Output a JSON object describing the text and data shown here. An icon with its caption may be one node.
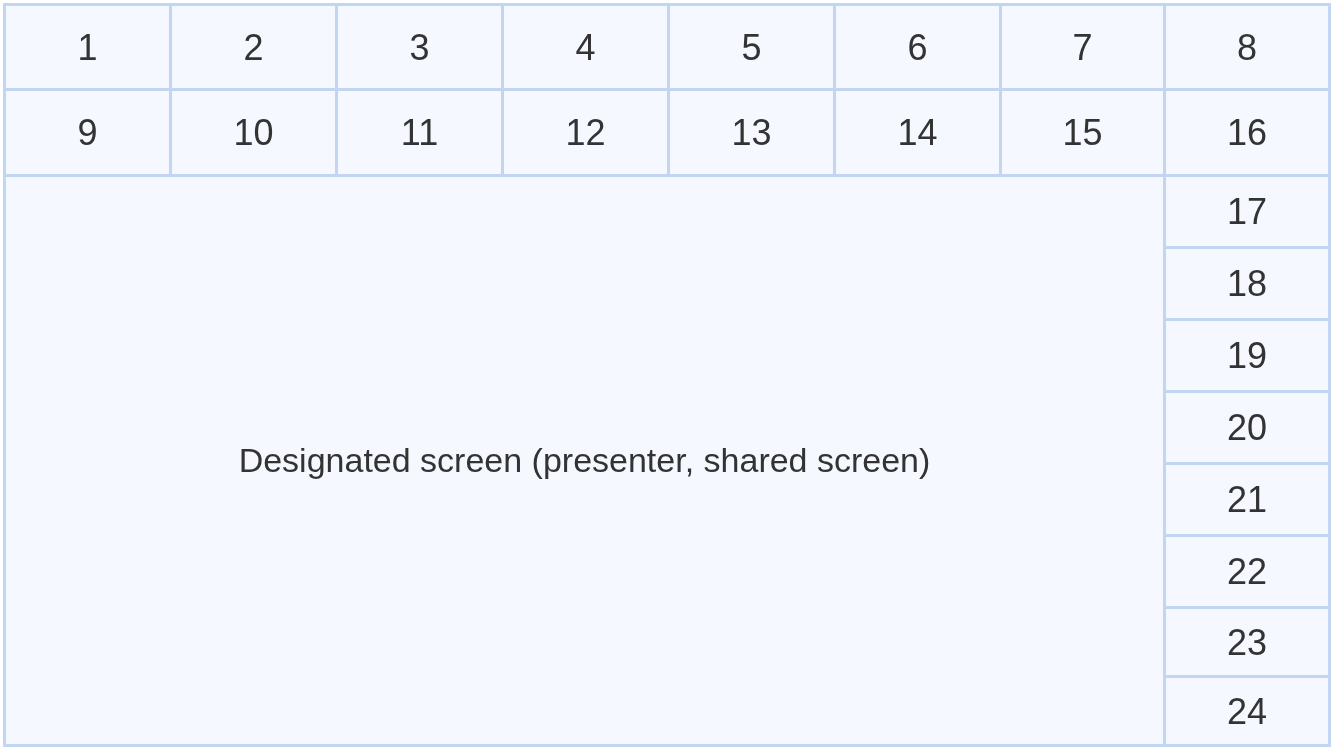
{
  "diagram": {
    "nodes": [
      {
        "text": [
          "1"
        ]
      },
      {
        "text": [
          "2"
        ]
      },
      {
        "text": [
          "3"
        ]
      },
      {
        "text": [
          "4"
        ]
      },
      {
        "text": [
          "5"
        ]
      },
      {
        "text": [
          "6"
        ]
      },
      {
        "text": [
          "7"
        ]
      },
      {
        "text": [
          "8"
        ]
      },
      {
        "text": [
          "9"
        ]
      },
      {
        "text": [
          "10"
        ]
      },
      {
        "text": [
          "11"
        ]
      },
      {
        "text": [
          "12"
        ]
      },
      {
        "text": [
          "13"
        ]
      },
      {
        "text": [
          "14"
        ]
      },
      {
        "text": [
          "15"
        ]
      },
      {
        "text": [
          "16"
        ]
      },
      {
        "text": [
          "17"
        ]
      },
      {
        "text": [
          "18"
        ]
      },
      {
        "text": [
          "19"
        ]
      },
      {
        "text": [
          "20"
        ]
      },
      {
        "text": [
          "21"
        ]
      },
      {
        "text": [
          "22"
        ]
      },
      {
        "text": [
          "23"
        ]
      },
      {
        "text": [
          "24"
        ]
      },
      {
        "text": [
          "Designated screen (presenter, shared screen)"
        ]
      }
    ]
  }
}
